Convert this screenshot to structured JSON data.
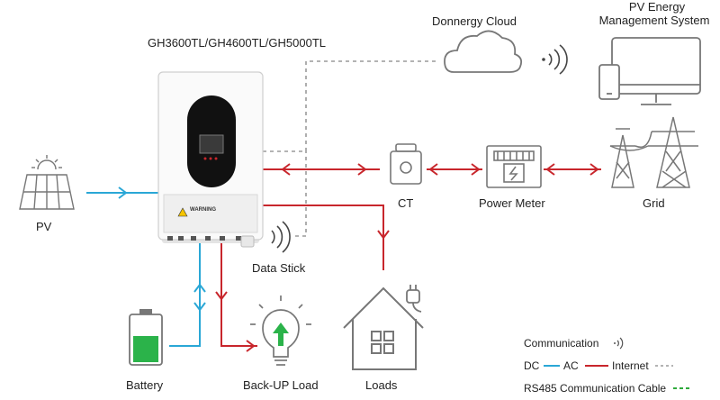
{
  "labels": {
    "model": "GH3600TL/GH4600TL/GH5000TL",
    "cloud": "Donnergy Cloud",
    "pvems_line1": "PV Energy",
    "pvems_line2": "Management System",
    "pv": "PV",
    "ct": "CT",
    "power_meter": "Power Meter",
    "grid": "Grid",
    "data_stick": "Data Stick",
    "battery": "Battery",
    "backup_load": "Back-UP Load",
    "loads": "Loads",
    "warning": "WARNING"
  },
  "legend": {
    "communication": "Communication",
    "dc": "DC",
    "ac": "AC",
    "internet": "Internet",
    "rs485": "RS485 Communication Cable"
  },
  "colors": {
    "dc": "#2aa7d6",
    "ac": "#c8262c",
    "internet": "#9a9a9a",
    "rs485": "#2eaa3b",
    "icon": "#777777",
    "battery_fill": "#2bb34a"
  }
}
